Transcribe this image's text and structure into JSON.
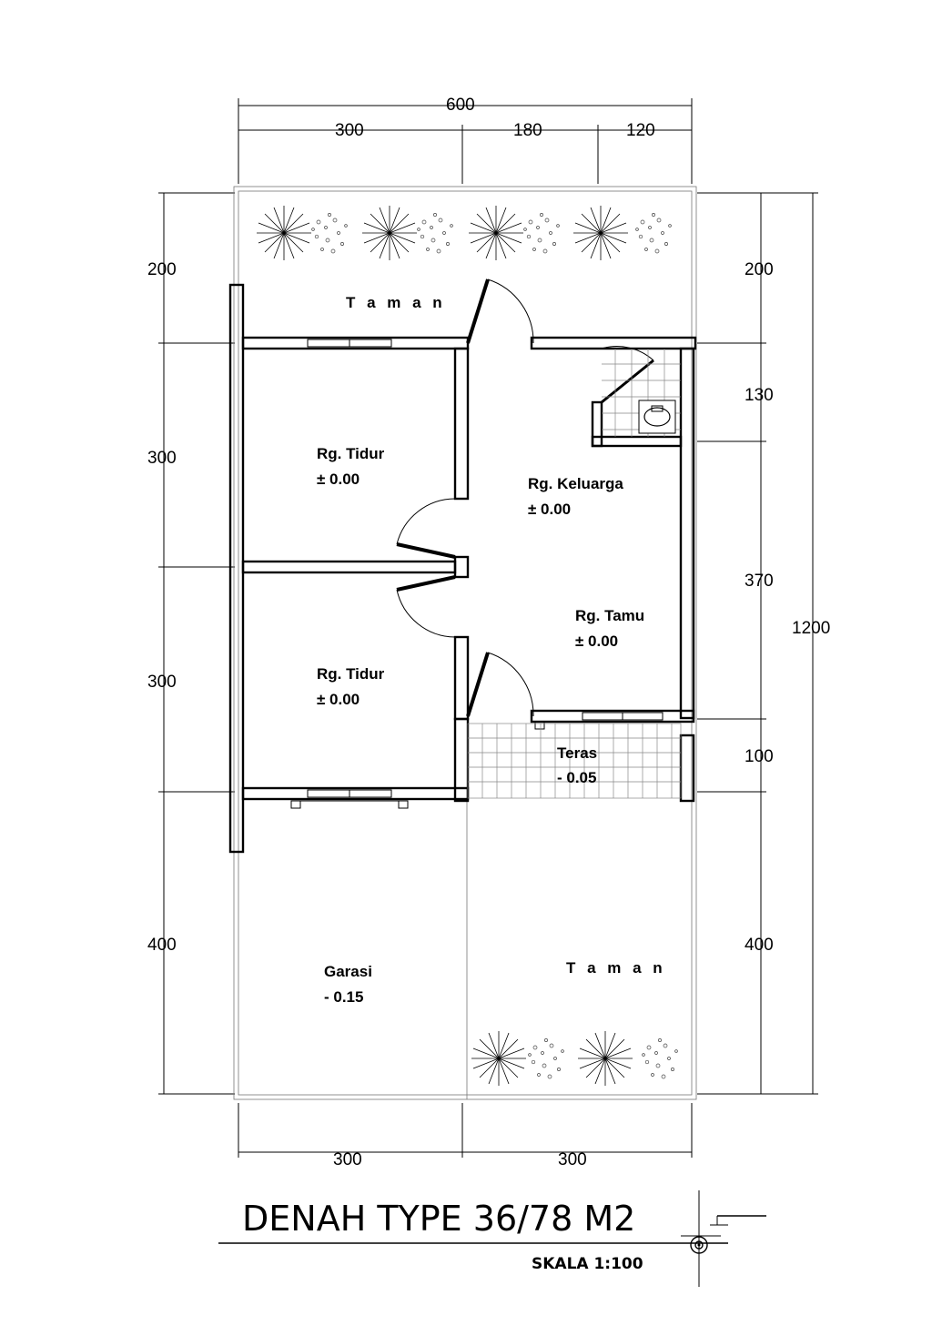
{
  "dimensions": {
    "top_total": "600",
    "top_segments": [
      "300",
      "180",
      "120"
    ],
    "left": [
      "200",
      "300",
      "300",
      "400"
    ],
    "right": [
      "200",
      "130",
      "370",
      "100",
      "400"
    ],
    "right_total": "1200",
    "bottom": [
      "300",
      "300"
    ]
  },
  "rooms": {
    "taman_top": "T a m a n",
    "bedroom1_name": "Rg. Tidur",
    "bedroom1_level": "± 0.00",
    "family_name": "Rg. Keluarga",
    "family_level": "± 0.00",
    "living_name": "Rg. Tamu",
    "living_level": "± 0.00",
    "bedroom2_name": "Rg. Tidur",
    "bedroom2_level": "± 0.00",
    "terrace_name": "Teras",
    "terrace_level": "- 0.05",
    "garage_name": "Garasi",
    "garage_level": "- 0.15",
    "taman_bottom": "T a m a n"
  },
  "title": "DENAH TYPE 36/78 M2",
  "scale": "SKALA   1:100"
}
